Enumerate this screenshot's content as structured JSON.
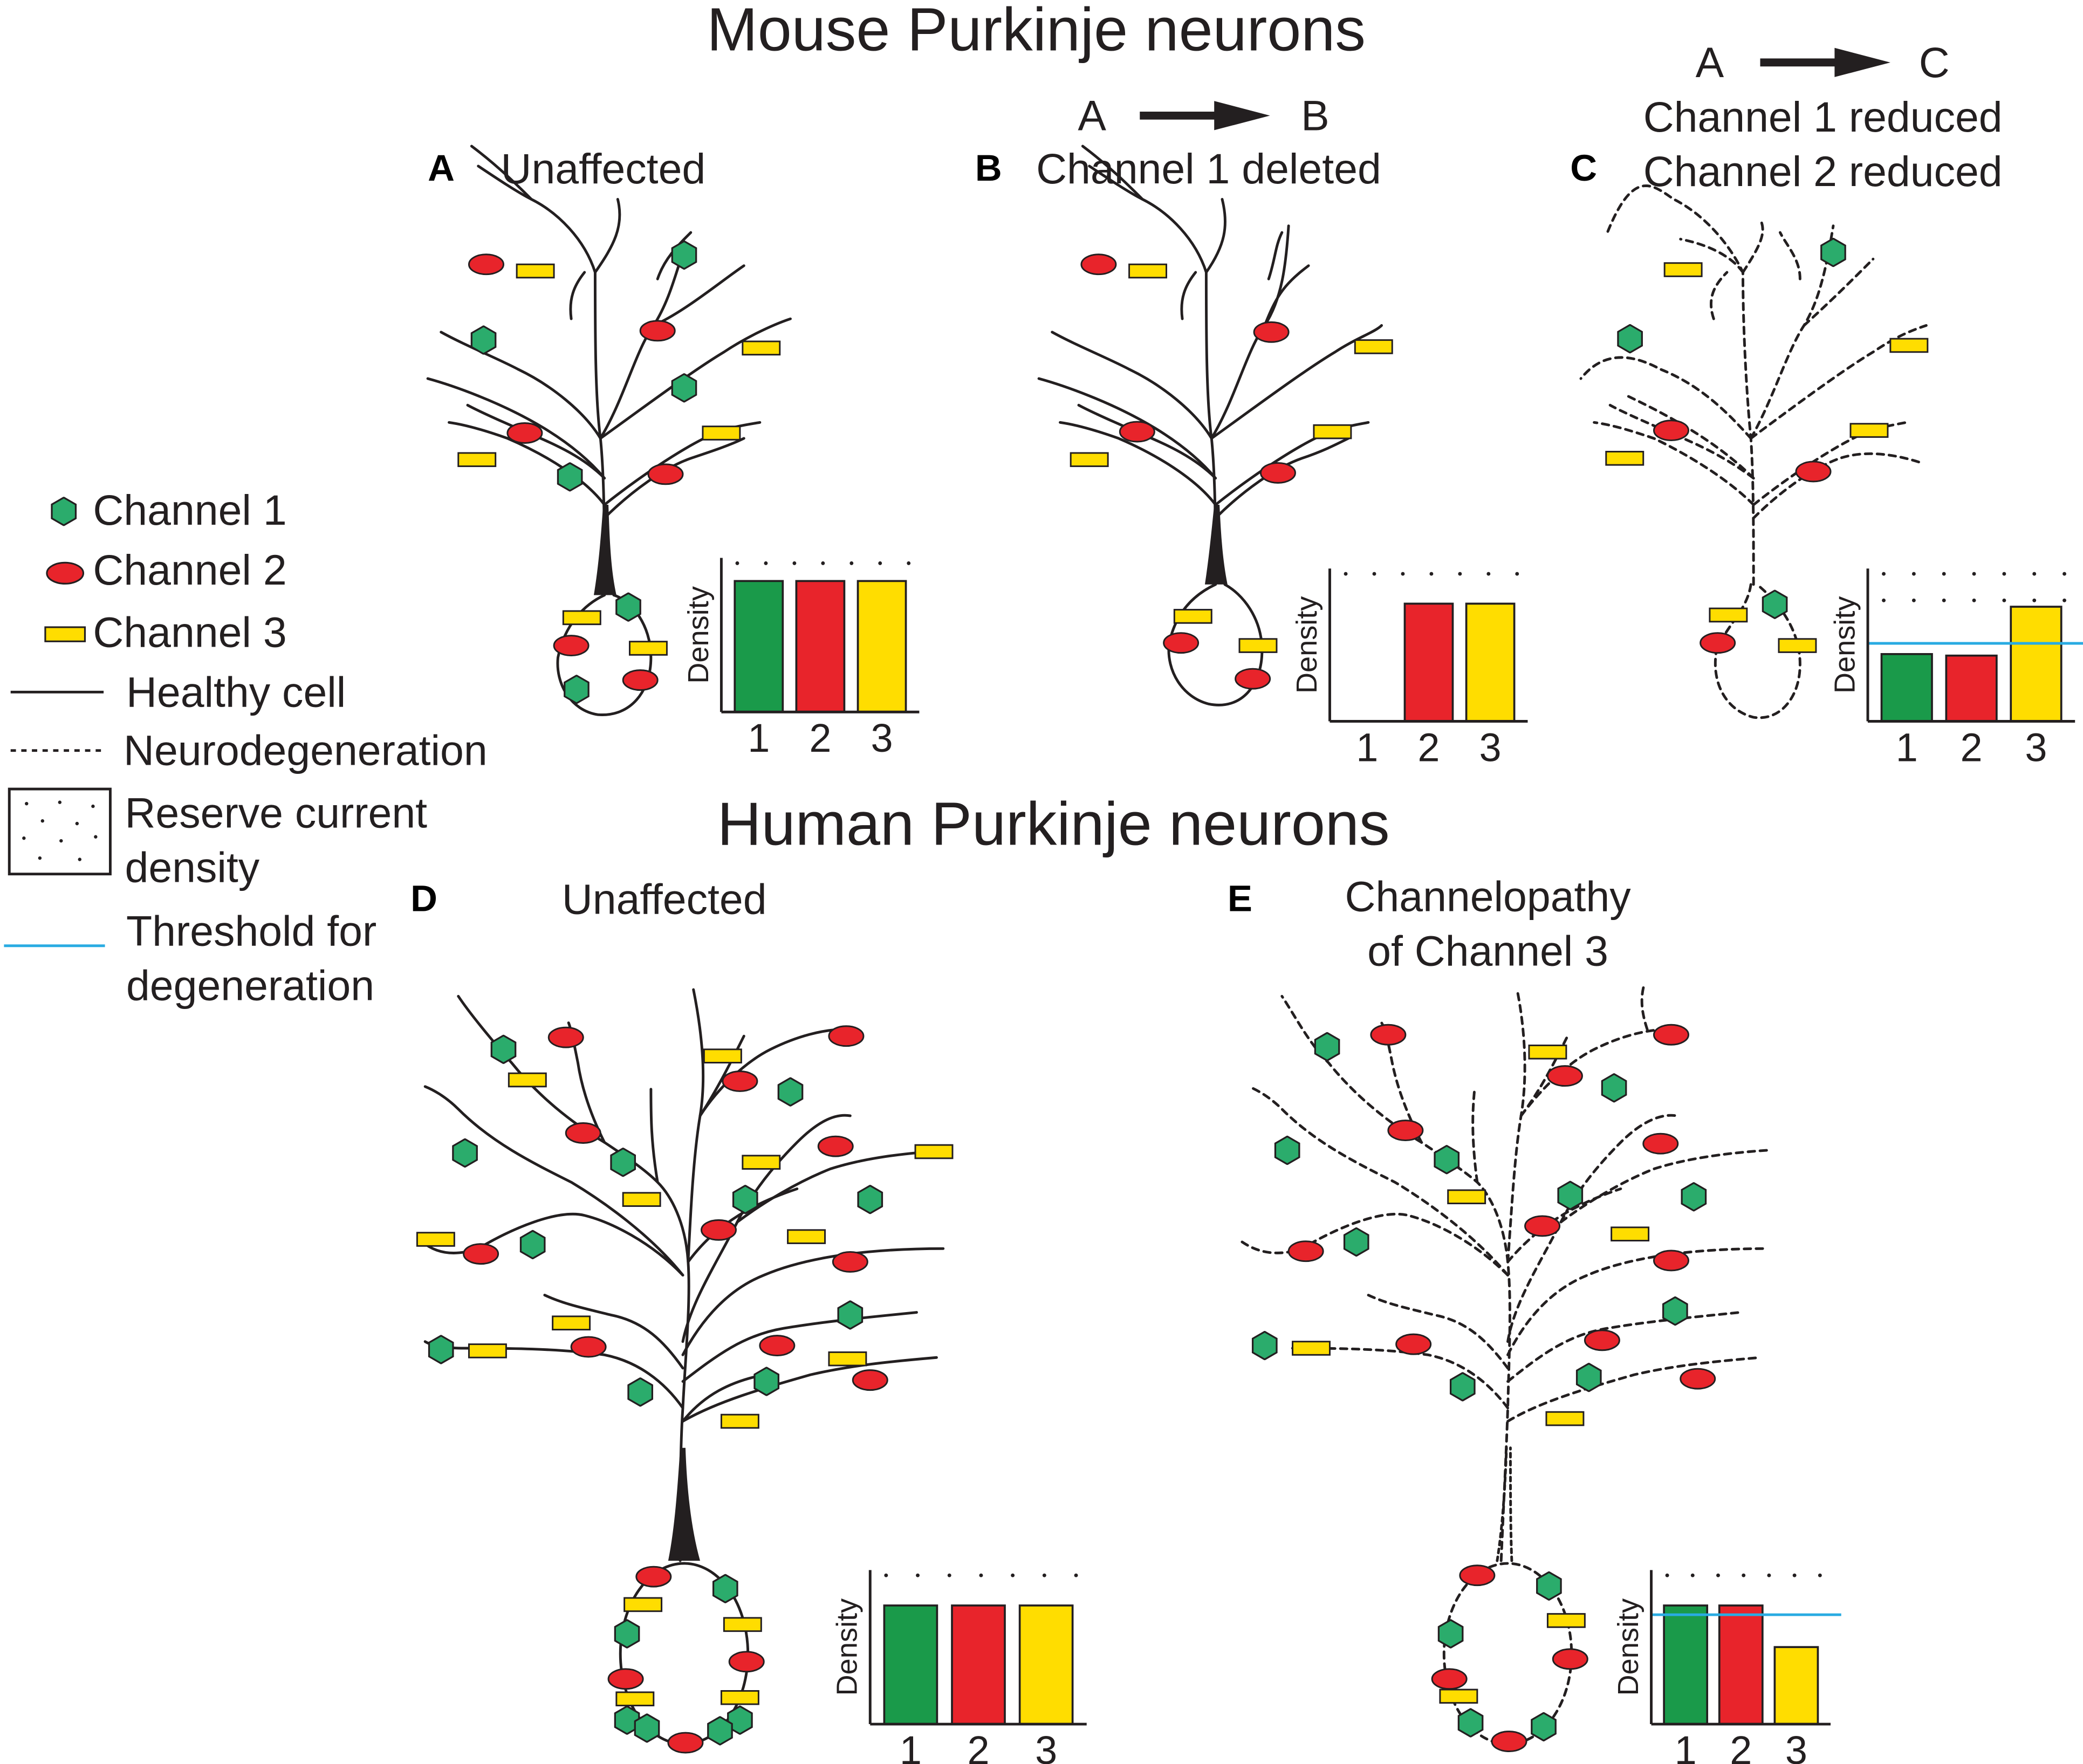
{
  "titles": {
    "mouse": "Mouse Purkinje neurons",
    "human": "Human Purkinje neurons"
  },
  "legend": {
    "channel1": "Channel 1",
    "channel2": "Channel 2",
    "channel3": "Channel 3",
    "healthy": "Healthy cell",
    "neuro": "Neurodegeneration",
    "reserve_l1": "Reserve current",
    "reserve_l2": "density",
    "thresh_l1": "Threshold for",
    "thresh_l2": "degeneration"
  },
  "transitions": {
    "ab": {
      "from": "A",
      "to": "B"
    },
    "ac": {
      "from": "A",
      "to": "C"
    }
  },
  "panels": {
    "A": {
      "letter": "A",
      "label": "Unaffected"
    },
    "B": {
      "letter": "B",
      "label": "Channel 1 deleted"
    },
    "C": {
      "letter": "C",
      "label_l1": "Channel 1 reduced",
      "label_l2": "Channel 2 reduced"
    },
    "D": {
      "letter": "D",
      "label": "Unaffected"
    },
    "E": {
      "letter": "E",
      "label_l1": "Channelopathy",
      "label_l2": "of Channel 3"
    }
  },
  "colors": {
    "channel1": "#1a9a4a",
    "channel1_icon": "#2bac6c",
    "channel2": "#e8242b",
    "channel3": "#ffdd00",
    "threshold": "#29abe2",
    "ink": "#231f20"
  },
  "chart_data": [
    {
      "panel": "A",
      "type": "bar",
      "ylabel": "Density",
      "categories": [
        "1",
        "2",
        "3"
      ],
      "values": [
        0.85,
        0.85,
        0.85
      ],
      "ylim": [
        0,
        1
      ],
      "reserve_dots": true
    },
    {
      "panel": "B",
      "type": "bar",
      "ylabel": "Density",
      "categories": [
        "1",
        "2",
        "3"
      ],
      "values": [
        0,
        0.77,
        0.77
      ],
      "ylim": [
        0,
        1
      ],
      "reserve_dots": true
    },
    {
      "panel": "C",
      "type": "bar",
      "ylabel": "Density",
      "categories": [
        "1",
        "2",
        "3"
      ],
      "values": [
        0.44,
        0.43,
        0.75
      ],
      "ylim": [
        0,
        1
      ],
      "threshold": 0.51,
      "reserve_dots": true
    },
    {
      "panel": "D",
      "type": "bar",
      "ylabel": "Density",
      "categories": [
        "1",
        "2",
        "3"
      ],
      "values": [
        0.77,
        0.77,
        0.77
      ],
      "ylim": [
        0,
        1
      ],
      "reserve_dots": true
    },
    {
      "panel": "E",
      "type": "bar",
      "ylabel": "Density",
      "categories": [
        "1",
        "2",
        "3"
      ],
      "values": [
        0.77,
        0.77,
        0.5
      ],
      "ylim": [
        0,
        1
      ],
      "threshold": 0.71,
      "reserve_dots": true
    }
  ]
}
